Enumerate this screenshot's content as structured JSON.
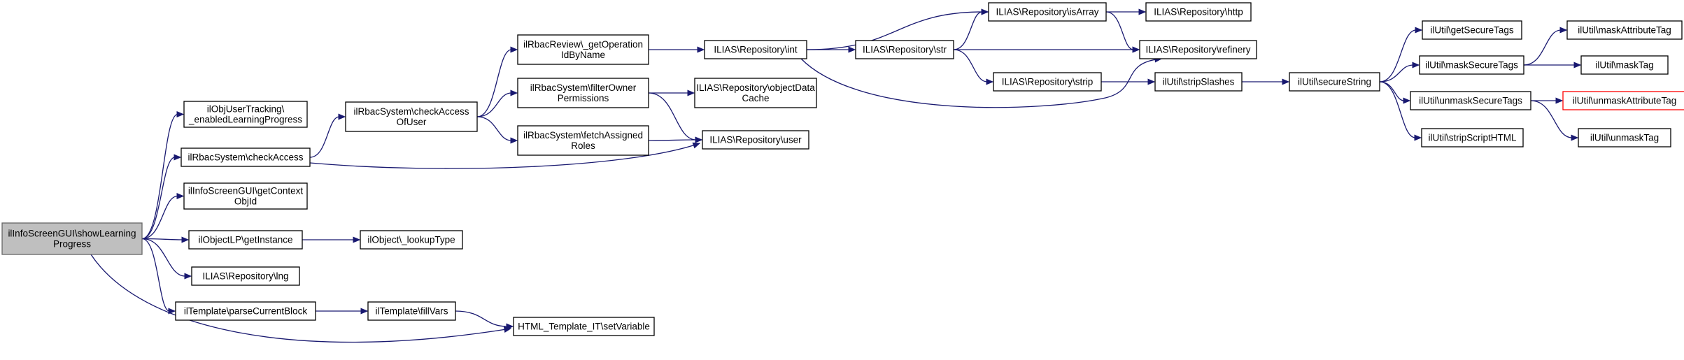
{
  "colors": {
    "edge": "#191970",
    "root_fill": "#bfbfbf",
    "highlight_border": "#ff0000"
  },
  "nodes": [
    {
      "id": "root",
      "lines": [
        "ilInfoScreenGUI\\showLearning",
        "Progress"
      ],
      "style": "root"
    },
    {
      "id": "objUserTracking",
      "lines": [
        "ilObjUserTracking\\",
        "_enabledLearningProgress"
      ]
    },
    {
      "id": "rbacCheckAccess",
      "lines": [
        "ilRbacSystem\\checkAccess"
      ]
    },
    {
      "id": "infoGetContext",
      "lines": [
        "ilInfoScreenGUI\\getContext",
        "ObjId"
      ]
    },
    {
      "id": "objectLPGetInstance",
      "lines": [
        "ilObjectLP\\getInstance"
      ]
    },
    {
      "id": "repoLng",
      "lines": [
        "ILIAS\\Repository\\lng"
      ]
    },
    {
      "id": "tplParseCurrentBlock",
      "lines": [
        "ilTemplate\\parseCurrentBlock"
      ]
    },
    {
      "id": "rbacCheckAccessOfUser",
      "lines": [
        "ilRbacSystem\\checkAccess",
        "OfUser"
      ]
    },
    {
      "id": "objectLookupType",
      "lines": [
        "ilObject\\_lookupType"
      ]
    },
    {
      "id": "tplFillVars",
      "lines": [
        "ilTemplate\\fillVars"
      ]
    },
    {
      "id": "htmlSetVariable",
      "lines": [
        "HTML_Template_IT\\setVariable"
      ]
    },
    {
      "id": "rbacReviewGetOp",
      "lines": [
        "ilRbacReview\\_getOperation",
        "IdByName"
      ]
    },
    {
      "id": "rbacFilterOwner",
      "lines": [
        "ilRbacSystem\\filterOwner",
        "Permissions"
      ]
    },
    {
      "id": "rbacFetchRoles",
      "lines": [
        "ilRbacSystem\\fetchAssigned",
        "Roles"
      ]
    },
    {
      "id": "repoInt",
      "lines": [
        "ILIAS\\Repository\\int"
      ]
    },
    {
      "id": "repoObjectDataCache",
      "lines": [
        "ILIAS\\Repository\\objectData",
        "Cache"
      ]
    },
    {
      "id": "repoUser",
      "lines": [
        "ILIAS\\Repository\\user"
      ]
    },
    {
      "id": "repoStr",
      "lines": [
        "ILIAS\\Repository\\str"
      ]
    },
    {
      "id": "repoIsArray",
      "lines": [
        "ILIAS\\Repository\\isArray"
      ]
    },
    {
      "id": "repoStrip",
      "lines": [
        "ILIAS\\Repository\\strip"
      ]
    },
    {
      "id": "repoHttp",
      "lines": [
        "ILIAS\\Repository\\http"
      ]
    },
    {
      "id": "repoRefinery",
      "lines": [
        "ILIAS\\Repository\\refinery"
      ]
    },
    {
      "id": "utilStripSlashes",
      "lines": [
        "ilUtil\\stripSlashes"
      ]
    },
    {
      "id": "utilSecureString",
      "lines": [
        "ilUtil\\secureString"
      ]
    },
    {
      "id": "utilGetSecureTags",
      "lines": [
        "ilUtil\\getSecureTags"
      ]
    },
    {
      "id": "utilMaskSecureTags",
      "lines": [
        "ilUtil\\maskSecureTags"
      ]
    },
    {
      "id": "utilUnmaskSecureTags",
      "lines": [
        "ilUtil\\unmaskSecureTags"
      ]
    },
    {
      "id": "utilStripScriptHTML",
      "lines": [
        "ilUtil\\stripScriptHTML"
      ]
    },
    {
      "id": "utilMaskAttributeTag",
      "lines": [
        "ilUtil\\maskAttributeTag"
      ]
    },
    {
      "id": "utilMaskTag",
      "lines": [
        "ilUtil\\maskTag"
      ]
    },
    {
      "id": "utilUnmaskAttributeTag",
      "lines": [
        "ilUtil\\unmaskAttributeTag"
      ],
      "style": "red"
    },
    {
      "id": "utilUnmaskTag",
      "lines": [
        "ilUtil\\unmaskTag"
      ]
    }
  ],
  "edges": [
    [
      "root",
      "objUserTracking"
    ],
    [
      "root",
      "rbacCheckAccess"
    ],
    [
      "root",
      "infoGetContext"
    ],
    [
      "root",
      "objectLPGetInstance"
    ],
    [
      "root",
      "repoLng"
    ],
    [
      "root",
      "tplParseCurrentBlock"
    ],
    [
      "root",
      "htmlSetVariable"
    ],
    [
      "rbacCheckAccess",
      "rbacCheckAccessOfUser"
    ],
    [
      "rbacCheckAccess",
      "repoUser"
    ],
    [
      "objectLPGetInstance",
      "objectLookupType"
    ],
    [
      "tplParseCurrentBlock",
      "tplFillVars"
    ],
    [
      "tplFillVars",
      "htmlSetVariable"
    ],
    [
      "rbacCheckAccessOfUser",
      "rbacReviewGetOp"
    ],
    [
      "rbacCheckAccessOfUser",
      "rbacFilterOwner"
    ],
    [
      "rbacCheckAccessOfUser",
      "rbacFetchRoles"
    ],
    [
      "rbacReviewGetOp",
      "repoInt"
    ],
    [
      "rbacFilterOwner",
      "repoObjectDataCache"
    ],
    [
      "rbacFilterOwner",
      "repoUser"
    ],
    [
      "rbacFetchRoles",
      "repoUser"
    ],
    [
      "repoInt",
      "repoStr"
    ],
    [
      "repoInt",
      "repoIsArray"
    ],
    [
      "repoInt",
      "repoRefinery"
    ],
    [
      "repoStr",
      "repoIsArray"
    ],
    [
      "repoStr",
      "repoRefinery"
    ],
    [
      "repoStr",
      "repoStrip"
    ],
    [
      "repoIsArray",
      "repoHttp"
    ],
    [
      "repoIsArray",
      "repoRefinery"
    ],
    [
      "repoStrip",
      "utilStripSlashes"
    ],
    [
      "utilStripSlashes",
      "utilSecureString"
    ],
    [
      "utilSecureString",
      "utilGetSecureTags"
    ],
    [
      "utilSecureString",
      "utilMaskSecureTags"
    ],
    [
      "utilSecureString",
      "utilUnmaskSecureTags"
    ],
    [
      "utilSecureString",
      "utilStripScriptHTML"
    ],
    [
      "utilMaskSecureTags",
      "utilMaskAttributeTag"
    ],
    [
      "utilMaskSecureTags",
      "utilMaskTag"
    ],
    [
      "utilUnmaskSecureTags",
      "utilUnmaskAttributeTag"
    ],
    [
      "utilUnmaskSecureTags",
      "utilUnmaskTag"
    ]
  ]
}
